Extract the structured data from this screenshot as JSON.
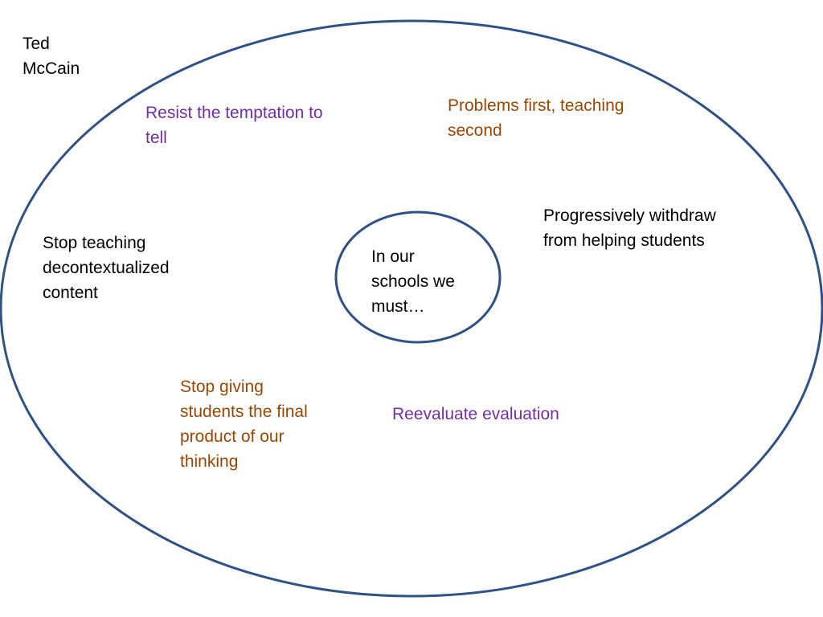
{
  "author": "Ted\nMcCain",
  "center": {
    "label": "In our\nschools we\nmust…"
  },
  "items": {
    "resist": "Resist the temptation to\ntell",
    "problems": "Problems first, teaching\nsecond",
    "withdraw": "Progressively withdraw\nfrom helping students",
    "decontextualized": "Stop teaching\ndecontextualized\ncontent",
    "final_product": "Stop giving\nstudents the final\nproduct of our\nthinking",
    "reevaluate": "Reevaluate evaluation"
  },
  "colors": {
    "outline": "#2f5184",
    "purple": "#7030a0",
    "orange": "#974706",
    "black": "#000000",
    "background": "#ffffff"
  }
}
